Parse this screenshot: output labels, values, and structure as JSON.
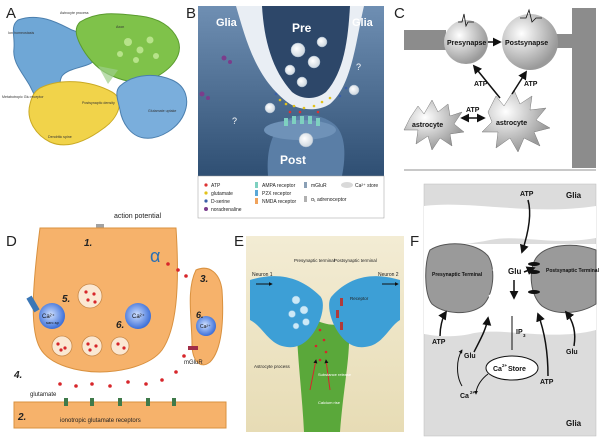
{
  "panels": {
    "a": {
      "letter": "A",
      "labels": [
        "Ion homeostasis",
        "Astrocyte process",
        "Axon",
        "Metabotropic Glu receptor",
        "Postsynaptic density",
        "Glutamate uptake",
        "Dendritic spine"
      ]
    },
    "b": {
      "letter": "B",
      "glia_left": "Glia",
      "glia_right": "Glia",
      "pre": "Pre",
      "post": "Post",
      "q": "?",
      "legend": [
        "ATP",
        "glutamate",
        "D-serine",
        "noradrenaline",
        "AMPA receptor",
        "P2X receptor",
        "NMDA receptor",
        "mGluR",
        "α₁ adrenoceptor",
        "Ca²⁺ store"
      ]
    },
    "c": {
      "letter": "C",
      "presynapse": "Presynapse",
      "postsynapse": "Postsynapse",
      "atp": "ATP",
      "astrocyte": "astrocyte"
    },
    "d": {
      "letter": "D",
      "action_potential": "action potential",
      "n1": "1.",
      "n2": "2.",
      "n3": "3.",
      "n4": "4.",
      "n5": "5.",
      "n6": "6.",
      "alpha": "α",
      "ca_sarc": "Ca²⁺",
      "ca_sarc_sub": "sarc.sp",
      "ca": "Ca²⁺",
      "mglur": "mGluR",
      "glutamate": "glutamate",
      "receptors": "ionotropic glutamate receptors"
    },
    "e": {
      "letter": "E",
      "presynaptic": "Presynaptic terminal",
      "postsynaptic": "Postsynaptic terminal",
      "neuron1": "Neuron 1",
      "neuron2": "Neuron 2",
      "receptor": "Receptor",
      "astrocyte": "Astrocyte process",
      "substance": "Substance release",
      "calcium": "Calcium rise"
    },
    "f": {
      "letter": "F",
      "glia_top": "Glia",
      "glia_bottom": "Glia",
      "atp_top": "ATP",
      "presynaptic": "Presynaptic Terminal",
      "postsynaptic": "Postsynaptic Terminal",
      "glu": "Glu",
      "atp": "ATP",
      "ip3": "IP",
      "ip3_sub": "3",
      "ca": "Ca",
      "ca_sup": "2+",
      "ca_store": "Ca",
      "ca_store_rest": " Store"
    }
  },
  "colors": {
    "bg_glia_f": "#dcdcdc",
    "neuron_orange": "#f6b26b",
    "panel_b_glia": "#4a6f96",
    "panel_e_blue": "#3d9fd6",
    "panel_e_green": "#5aa83a",
    "panel_c_gray": "#8c8c8c"
  }
}
